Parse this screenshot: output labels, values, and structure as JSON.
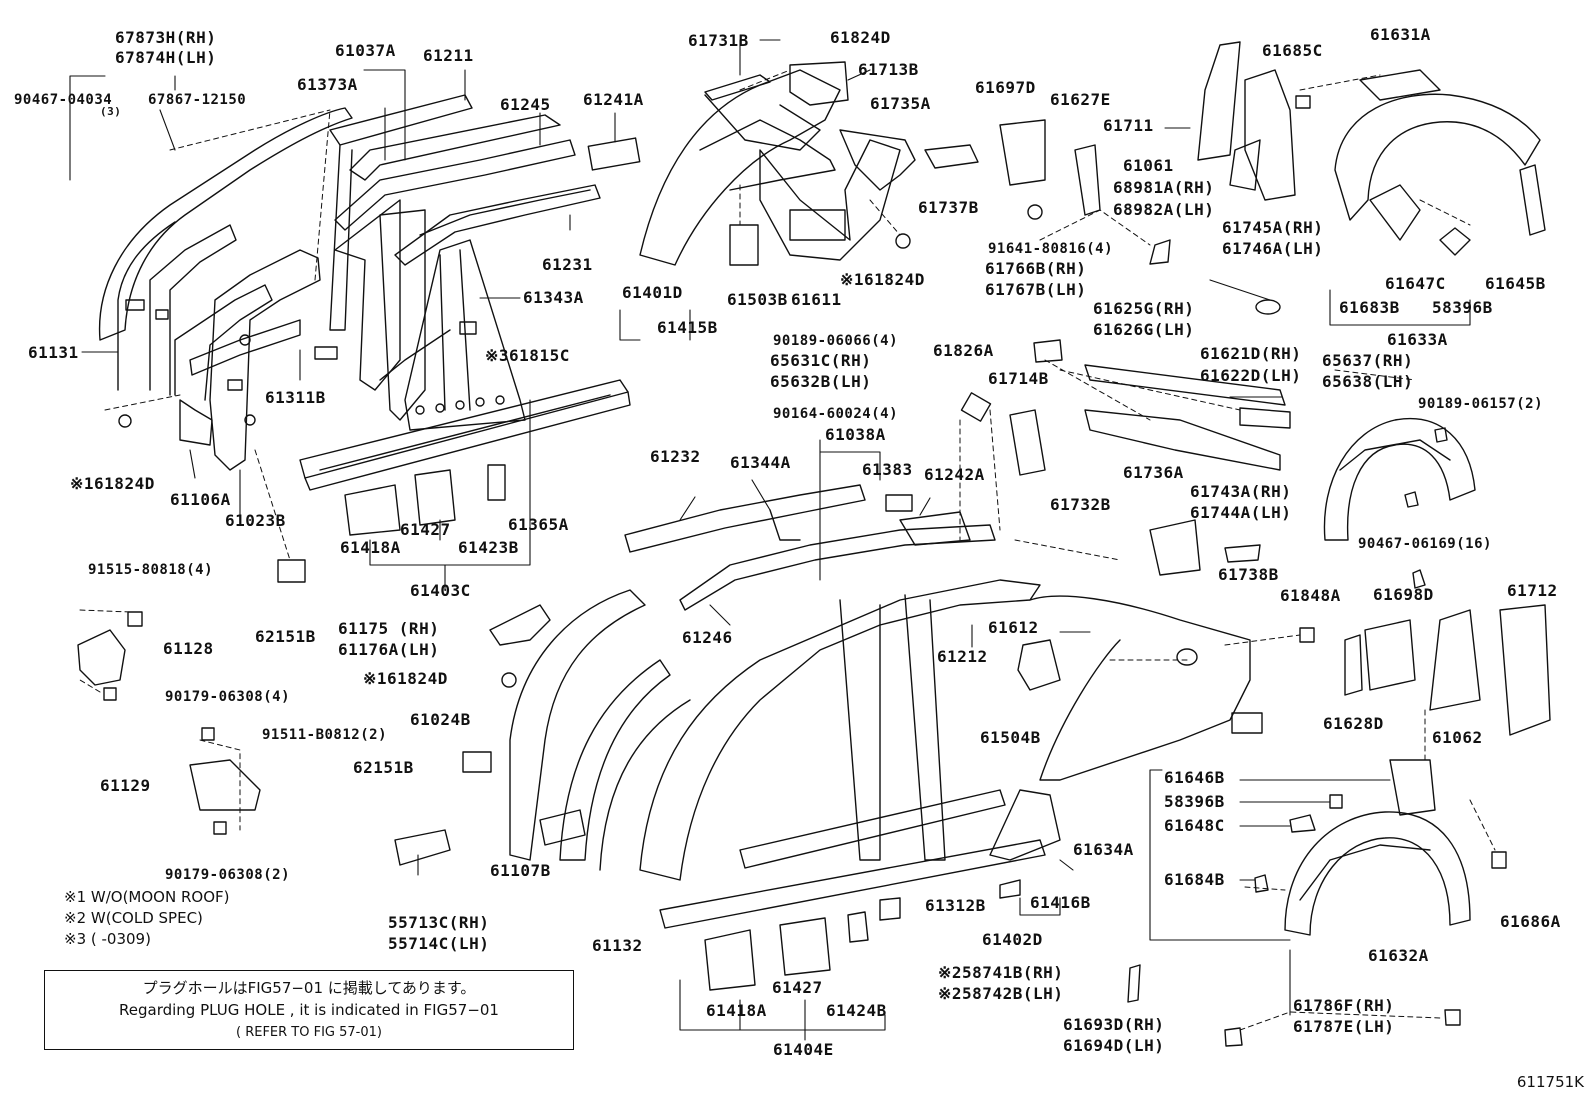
{
  "labels": {
    "l67873h": "67873H(RH)",
    "l67874h": "67874H(LH)",
    "l90467_04034": "90467-04034",
    "l90467_qty": "(3)",
    "l67867": "67867-12150",
    "l61037a": "61037A",
    "l61211": "61211",
    "l61373a": "61373A",
    "l61245": "61245",
    "l61241a": "61241A",
    "l61731b": "61731B",
    "l61824d_top": "61824D",
    "l61713b": "61713B",
    "l61735a": "61735A",
    "l61697d": "61697D",
    "l61627e": "61627E",
    "l61685c": "61685C",
    "l61631a": "61631A",
    "l61711": "61711",
    "l61061": "61061",
    "l68981a": "68981A(RH)",
    "l68982a": "68982A(LH)",
    "l61737b": "61737B",
    "l61231": "61231",
    "l61503b": "61503B",
    "l61611": "61611",
    "l61824d_r": "※161824D",
    "l91641": "91641-80816(4)",
    "l61766b": "61766B(RH)",
    "l61767b": "61767B(LH)",
    "l61745a": "61745A(RH)",
    "l61746a": "61746A(LH)",
    "l61647c": "61647C",
    "l61645b": "61645B",
    "l61683b": "61683B",
    "l58396b_top": "58396B",
    "l61633a": "61633A",
    "l61131": "61131",
    "l61311b": "61311B",
    "l61343a": "61343A",
    "l61401d": "61401D",
    "l61415b": "61415B",
    "l90189_06066": "90189-06066(4)",
    "l65631c": "65631C(RH)",
    "l65632b": "65632B(LH)",
    "l61815c": "※361815C",
    "l61826a": "61826A",
    "l61625g": "61625G(RH)",
    "l61626g": "61626G(LH)",
    "l61621d": "61621D(RH)",
    "l61622d": "61622D(LH)",
    "l65637": "65637(RH)",
    "l65638": "65638(LH)",
    "l61714b": "61714B",
    "l90164": "90164-60024(4)",
    "l90189_06157": "90189-06157(2)",
    "l61038a": "61038A",
    "l61824d_left": "※161824D",
    "l61106a": "61106A",
    "l61023b": "61023B",
    "l61232": "61232",
    "l61344a": "61344A",
    "l61383": "61383",
    "l61242a": "61242A",
    "l61736a": "61736A",
    "l61743a": "61743A(RH)",
    "l61744a": "61744A(LH)",
    "l61418a_top": "61418A",
    "l61427_top": "61427",
    "l61423b": "61423B",
    "l61365a": "61365A",
    "l61732b": "61732B",
    "l90467_06169": "90467-06169(16)",
    "l61738b": "61738B",
    "l61403c": "61403C",
    "l91515": "91515-80818(4)",
    "l62151b_top": "62151B",
    "l61246": "61246",
    "l61848a": "61848A",
    "l61698d": "61698D",
    "l61712": "61712",
    "l61128": "61128",
    "l61175": "61175 (RH)",
    "l61176a": "61176A(LH)",
    "l61612": "61612",
    "l61212": "61212",
    "l61824d_mid": "※161824D",
    "l90179_06308_4": "90179-06308(4)",
    "l61024b": "61024B",
    "l61504b": "61504B",
    "l61628d": "61628D",
    "l61062": "61062",
    "l91511": "91511-B0812(2)",
    "l62151b_mid": "62151B",
    "l61646b": "61646B",
    "l61129": "61129",
    "l58396b_bot": "58396B",
    "l61648c": "61648C",
    "l61634a": "61634A",
    "l61107b": "61107B",
    "l90179_06308_2": "90179-06308(2)",
    "l61684b": "61684B",
    "l61312b": "61312B",
    "l61416b": "61416B",
    "l55713c": "55713C(RH)",
    "l55714c": "55714C(LH)",
    "l61132": "61132",
    "l61402d": "61402D",
    "l61686a": "61686A",
    "l61632a": "61632A",
    "l258741b": "※258741B(RH)",
    "l258742b": "※258742B(LH)",
    "l61427_bot": "61427",
    "l61418a_bot": "61418A",
    "l61424b": "61424B",
    "l61693d": "61693D(RH)",
    "l61694d": "61694D(LH)",
    "l61786f": "61786F(RH)",
    "l61787e": "61787E(LH)",
    "l61404e": "61404E"
  },
  "notes": {
    "n1": "※1 W/O(MOON ROOF)",
    "n2": "※2 W(COLD SPEC)",
    "n3": "※3 (      -0309)"
  },
  "notebox": {
    "line1": "プラグホールはFIG57−01 に掲載してあります。",
    "line2": "Regarding PLUG HOLE , it is indicated in FIG57−01",
    "line3": "( REFER TO FIG 57-01)"
  },
  "figure_code": "611751K"
}
